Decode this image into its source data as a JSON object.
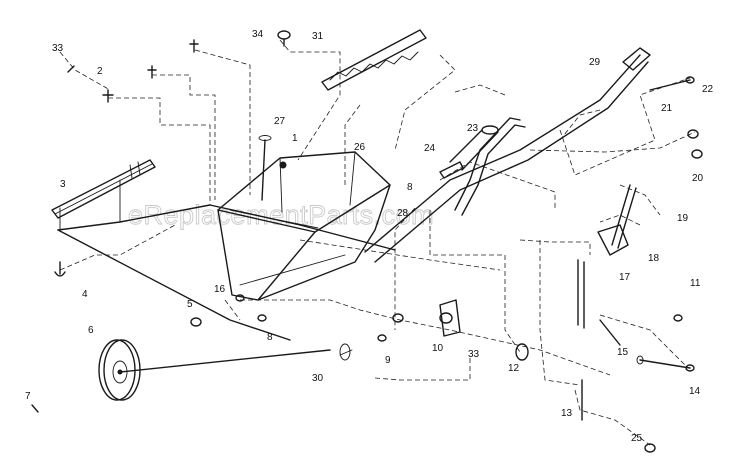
{
  "watermark": "eReplacementParts.com",
  "callouts": [
    {
      "id": "c34",
      "text": "34"
    },
    {
      "id": "c31",
      "text": "31"
    },
    {
      "id": "c33a",
      "text": "33"
    },
    {
      "id": "c2",
      "text": "2"
    },
    {
      "id": "c27",
      "text": "27"
    },
    {
      "id": "c1",
      "text": "1"
    },
    {
      "id": "c26",
      "text": "26"
    },
    {
      "id": "c29",
      "text": "29"
    },
    {
      "id": "c22",
      "text": "22"
    },
    {
      "id": "c21",
      "text": "21"
    },
    {
      "id": "c23",
      "text": "23"
    },
    {
      "id": "c24",
      "text": "24"
    },
    {
      "id": "c3",
      "text": "3"
    },
    {
      "id": "c8a",
      "text": "8"
    },
    {
      "id": "c28",
      "text": "28"
    },
    {
      "id": "c20",
      "text": "20"
    },
    {
      "id": "c19",
      "text": "19"
    },
    {
      "id": "c4",
      "text": "4"
    },
    {
      "id": "c16",
      "text": "16"
    },
    {
      "id": "c18",
      "text": "18"
    },
    {
      "id": "c17",
      "text": "17"
    },
    {
      "id": "c11",
      "text": "11"
    },
    {
      "id": "c5",
      "text": "5"
    },
    {
      "id": "c8b",
      "text": "8"
    },
    {
      "id": "c6",
      "text": "6"
    },
    {
      "id": "c10",
      "text": "10"
    },
    {
      "id": "c33b",
      "text": "33"
    },
    {
      "id": "c9",
      "text": "9"
    },
    {
      "id": "c12",
      "text": "12"
    },
    {
      "id": "c15",
      "text": "15"
    },
    {
      "id": "c30",
      "text": "30"
    },
    {
      "id": "c14",
      "text": "14"
    },
    {
      "id": "c7",
      "text": "7"
    },
    {
      "id": "c13",
      "text": "13"
    },
    {
      "id": "c25",
      "text": "25"
    }
  ]
}
